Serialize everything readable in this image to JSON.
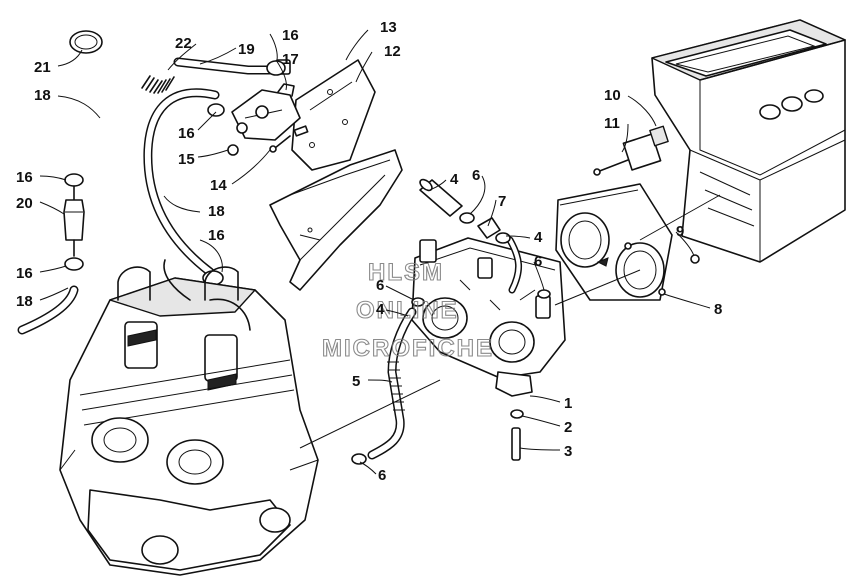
{
  "callouts": {
    "c1": "1",
    "c2": "2",
    "c3": "3",
    "c4a": "4",
    "c4b": "4",
    "c4c": "4",
    "c5": "5",
    "c6a": "6",
    "c6b": "6",
    "c6c": "6",
    "c6d": "6",
    "c7": "7",
    "c8": "8",
    "c9": "9",
    "c10": "10",
    "c11": "11",
    "c12": "12",
    "c13": "13",
    "c14": "14",
    "c15": "15",
    "c16a": "16",
    "c16b": "16",
    "c16c": "16",
    "c16d": "16",
    "c16e": "16",
    "c17": "17",
    "c18a": "18",
    "c18b": "18",
    "c18c": "18",
    "c19": "19",
    "c20": "20",
    "c21": "21",
    "c22": "22"
  },
  "watermark": {
    "line1": "HLSM",
    "line2": "ONLINE",
    "line3": "MICROFICHE"
  },
  "colors": {
    "ink": "#111111",
    "paper": "#ffffff",
    "watermark": "#777777"
  }
}
